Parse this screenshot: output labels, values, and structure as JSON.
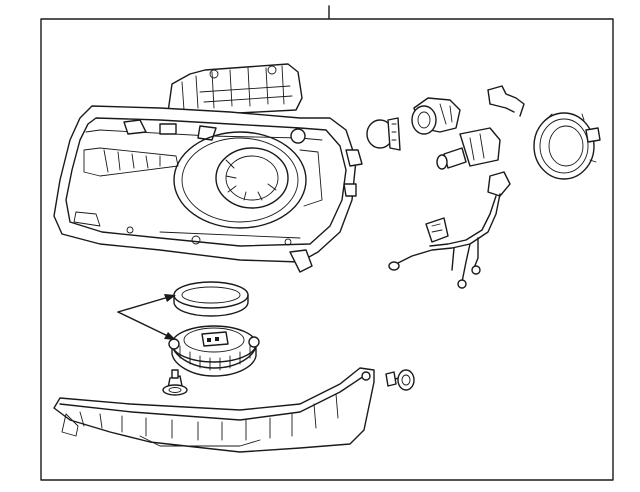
{
  "diagram": {
    "colors": {
      "line": "#1a1a1a",
      "background": "#ffffff"
    },
    "parts": [
      "headlamp-assembly",
      "bulb",
      "bulb-socket",
      "hid-bulb",
      "retaining-spring",
      "dust-cap",
      "wiring-harness",
      "seal-ring",
      "igniter",
      "mounting-screw",
      "mounting-bolt",
      "lamp-bracket"
    ]
  }
}
